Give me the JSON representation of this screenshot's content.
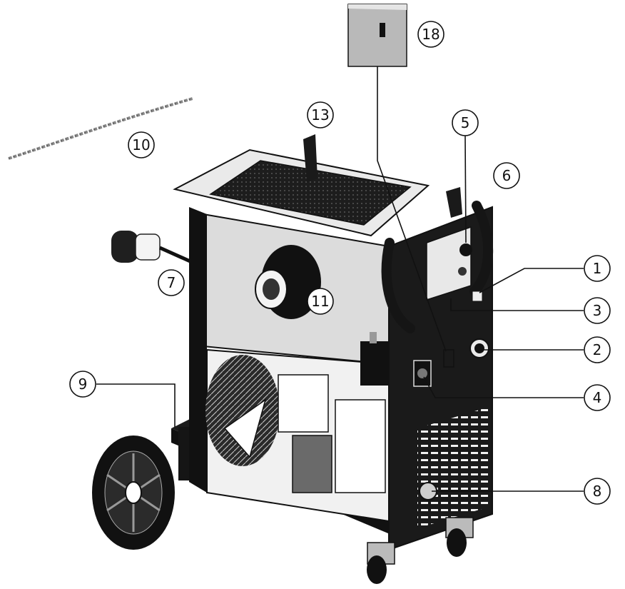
{
  "diagram": {
    "callouts": [
      {
        "id": "c1",
        "label": "1"
      },
      {
        "id": "c2",
        "label": "2"
      },
      {
        "id": "c3",
        "label": "3"
      },
      {
        "id": "c4",
        "label": "4"
      },
      {
        "id": "c5",
        "label": "5"
      },
      {
        "id": "c6",
        "label": "6"
      },
      {
        "id": "c7",
        "label": "7"
      },
      {
        "id": "c8",
        "label": "8"
      },
      {
        "id": "c9",
        "label": "9"
      },
      {
        "id": "c10",
        "label": "10"
      },
      {
        "id": "c11",
        "label": "11"
      },
      {
        "id": "c13",
        "label": "13"
      },
      {
        "id": "c18",
        "label": "18"
      }
    ]
  }
}
